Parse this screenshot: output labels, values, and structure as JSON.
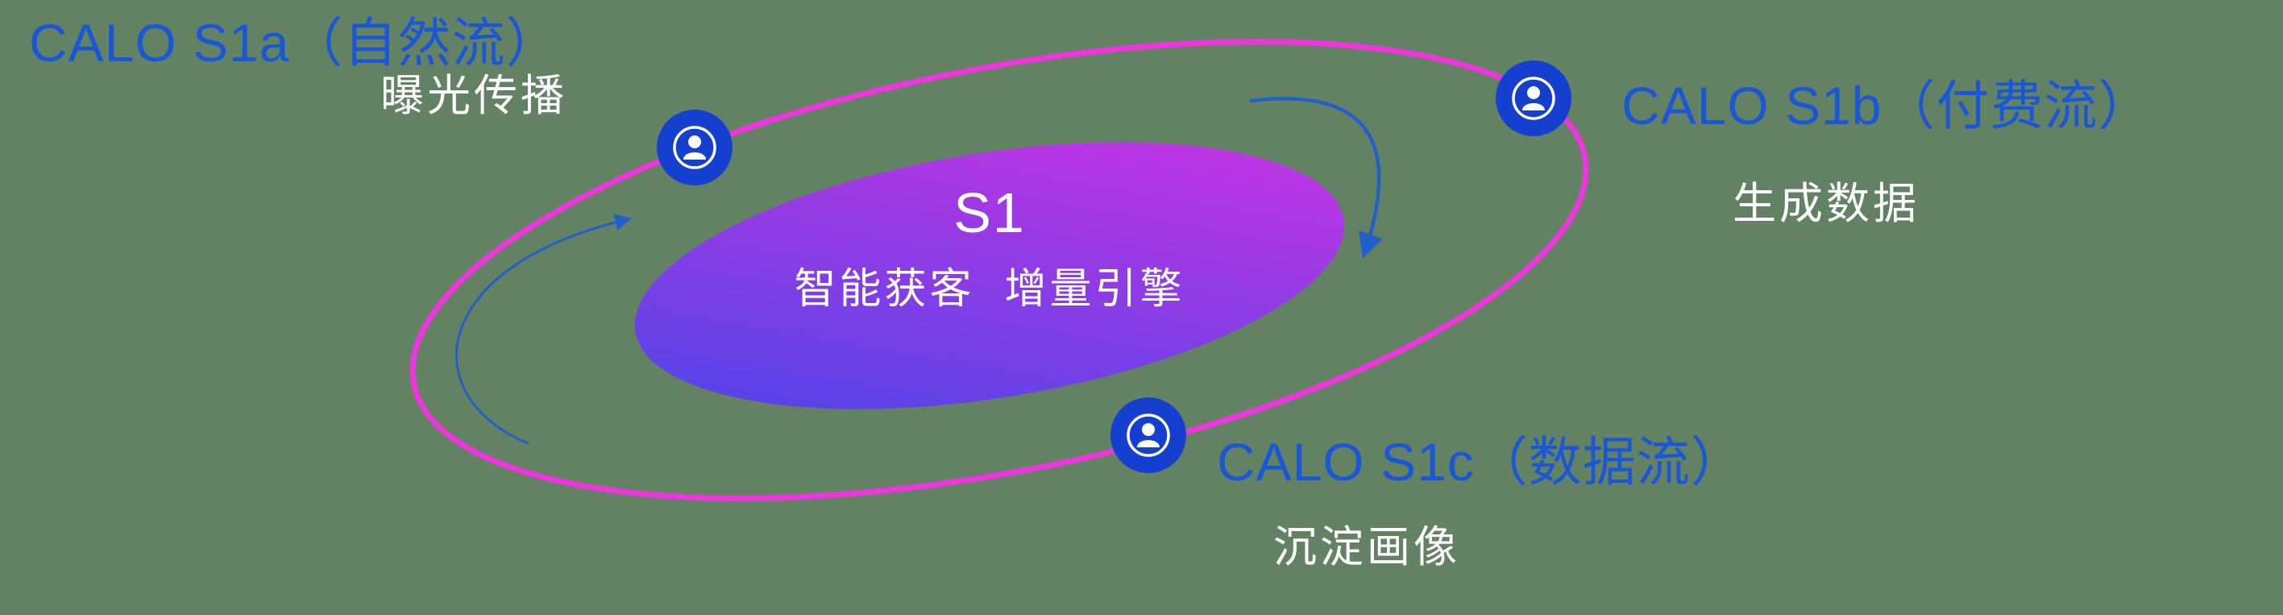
{
  "diagram": {
    "kind": "orbit-ecosystem-diagram",
    "center": {
      "title": "S1",
      "subtitle": "智能获客  增量引擎"
    },
    "nodes": {
      "s1a": {
        "title": "CALO S1a（自然流）",
        "subtitle": "曝光传播"
      },
      "s1b": {
        "title": "CALO S1b（付费流）",
        "subtitle": "生成数据"
      },
      "s1c": {
        "title": "CALO S1c（数据流）",
        "subtitle": "沉淀画像"
      }
    },
    "icons": {
      "node_icon": "user-circle-icon",
      "arrows": [
        "curved-arrow-clockwise-right",
        "curved-arrow-counterclockwise-left"
      ]
    }
  },
  "colors": {
    "bg_green": "#638264",
    "label_blue": "#1a57d6",
    "arrow_blue": "#2060c8",
    "node_blue": "#1540cf",
    "orbit_magenta": "#ef35dd",
    "grad_start": "#4646e8",
    "grad_end": "#d133e2",
    "white": "#ffffff"
  }
}
